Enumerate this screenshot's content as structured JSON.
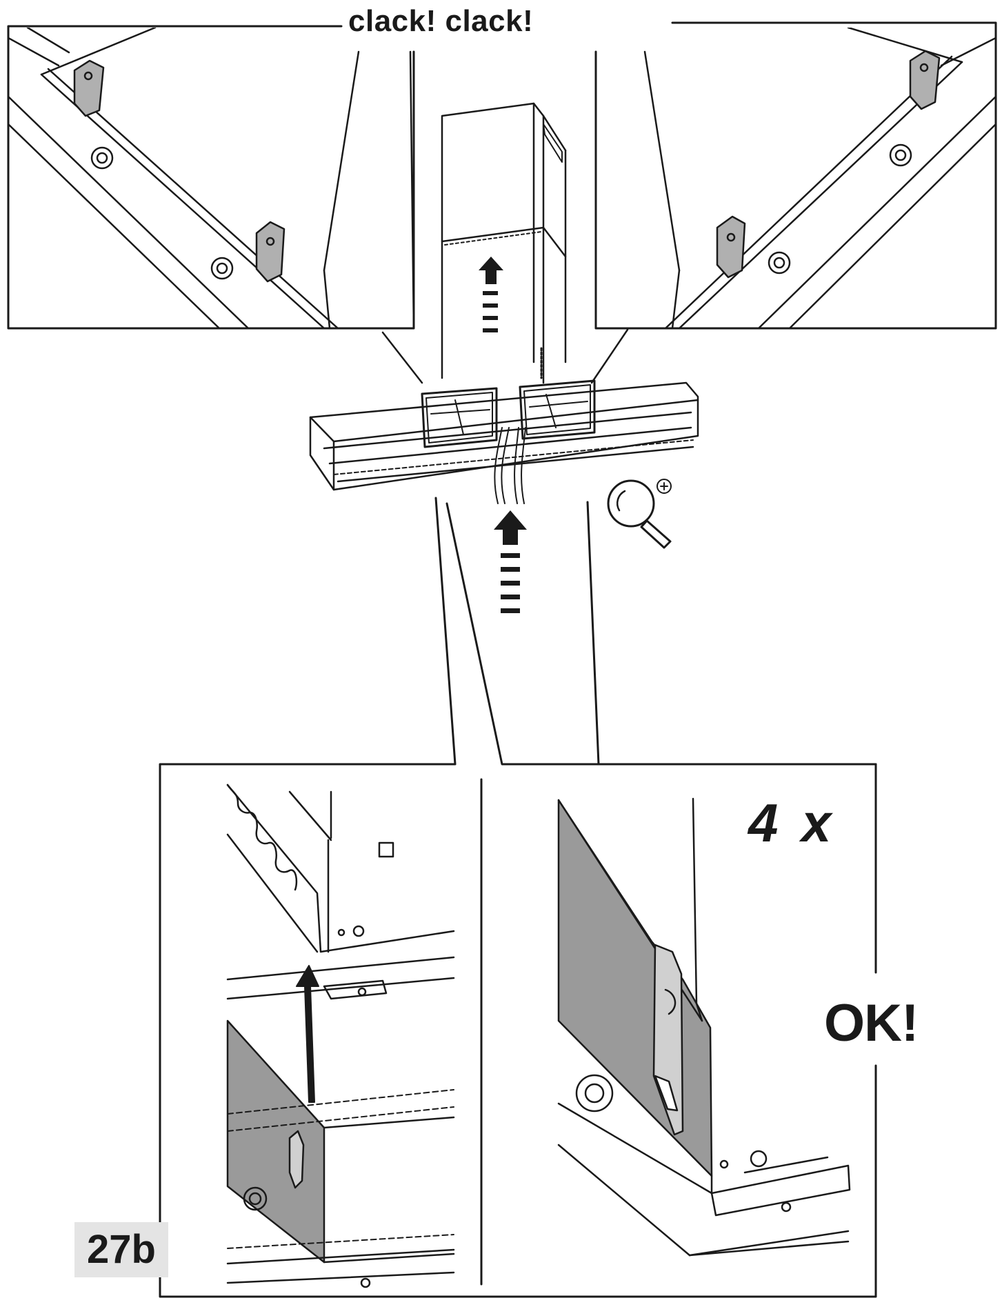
{
  "labels": {
    "sound_effect": "clack! clack!",
    "repeat_count": "4 x",
    "confirmation": "OK!",
    "step_number": "27b"
  },
  "icons": {
    "zoom": "magnifier-plus-icon",
    "direction": "up-arrow-icon"
  },
  "colors": {
    "line": "#1a1a1a",
    "panel_fill": "#9a9a9a",
    "step_badge": "#e4e4e4"
  }
}
